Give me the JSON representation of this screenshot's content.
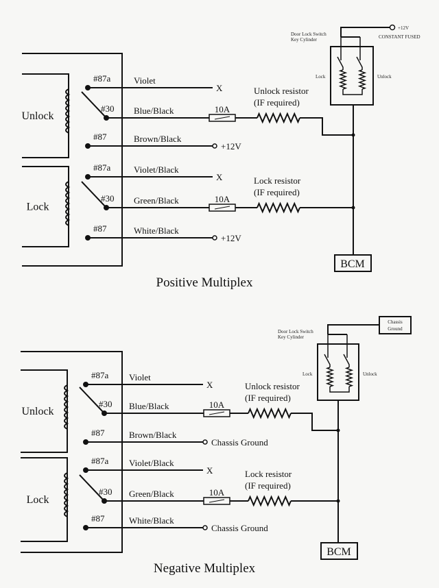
{
  "positive": {
    "title": "Positive Multiplex",
    "unlock_label": "Unlock",
    "lock_label": "Lock",
    "pins": [
      {
        "pin": "#87a",
        "wire": "Violet",
        "end": "X"
      },
      {
        "pin": "#30",
        "wire": "Blue/Black",
        "fuse": "10A",
        "resistor": "Unlock resistor",
        "note": "(IF required)"
      },
      {
        "pin": "#87",
        "wire": "Brown/Black",
        "end": "+12V"
      },
      {
        "pin": "#87a",
        "wire": "Violet/Black",
        "end": "X"
      },
      {
        "pin": "#30",
        "wire": "Green/Black",
        "fuse": "10A",
        "resistor": "Lock resistor",
        "note": "(IF required)"
      },
      {
        "pin": "#87",
        "wire": "White/Black",
        "end": "+12V"
      }
    ],
    "switch": {
      "title1": "Door Lock Switch",
      "title2": "Key Cylinder",
      "lock": "Lock",
      "unlock": "Unlock"
    },
    "supply": "+12V",
    "supply_note": "CONSTANT FUSED",
    "bcm": "BCM"
  },
  "negative": {
    "title": "Negative Multiplex",
    "unlock_label": "Unlock",
    "lock_label": "Lock",
    "pins": [
      {
        "pin": "#87a",
        "wire": "Violet",
        "end": "X"
      },
      {
        "pin": "#30",
        "wire": "Blue/Black",
        "fuse": "10A",
        "resistor": "Unlock resistor",
        "note": "(IF required)"
      },
      {
        "pin": "#87",
        "wire": "Brown/Black",
        "end": "Chassis Ground"
      },
      {
        "pin": "#87a",
        "wire": "Violet/Black",
        "end": "X"
      },
      {
        "pin": "#30",
        "wire": "Green/Black",
        "fuse": "10A",
        "resistor": "Lock resistor",
        "note": "(IF required)"
      },
      {
        "pin": "#87",
        "wire": "White/Black",
        "end": "Chassis Ground"
      }
    ],
    "switch": {
      "title1": "Door Lock Switch",
      "title2": "Key Cylinder",
      "lock": "Lock",
      "unlock": "Unlock"
    },
    "ground1": "Chassis",
    "ground2": "Ground",
    "bcm": "BCM"
  }
}
